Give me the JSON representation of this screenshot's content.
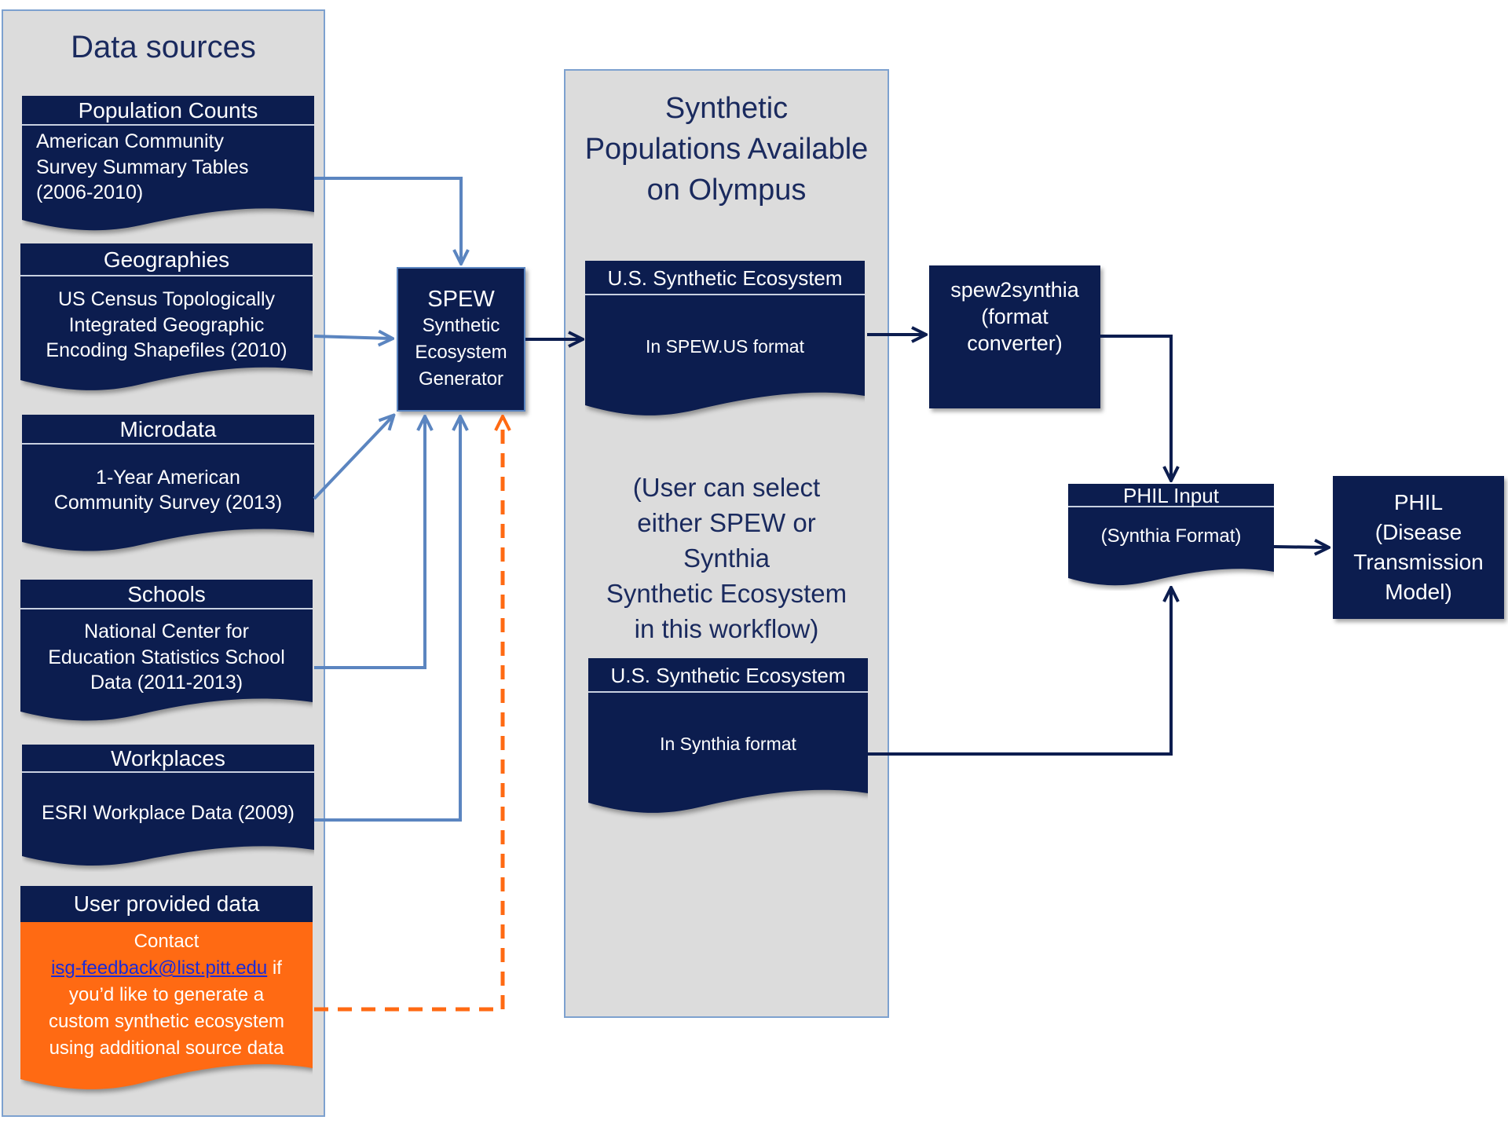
{
  "data_sources": {
    "title": "Data sources",
    "items": [
      {
        "header": "Population Counts",
        "lines": [
          "American Community",
          "Survey Summary Tables",
          "(2006-2010)"
        ]
      },
      {
        "header": "Geographies",
        "lines": [
          "US Census Topologically",
          "Integrated Geographic",
          "Encoding Shapefiles (2010)"
        ]
      },
      {
        "header": "Microdata",
        "lines": [
          "1-Year American",
          "Community Survey (2013)"
        ]
      },
      {
        "header": "Schools",
        "lines": [
          "National Center for",
          "Education Statistics School",
          "Data (2011-2013)"
        ]
      },
      {
        "header": "Workplaces",
        "lines": [
          "ESRI Workplace Data (2009)"
        ]
      }
    ],
    "user_data": {
      "header": "User provided data",
      "line1": "Contact",
      "email": "isg-feedback@list.pitt.edu",
      "email_suffix": " if",
      "line3": "you’d like to generate a",
      "line4": "custom synthetic ecosystem",
      "line5": "using additional source data"
    }
  },
  "spew": {
    "title": "SPEW",
    "line1": "Synthetic",
    "line2": "Ecosystem",
    "line3": "Generator"
  },
  "olympus": {
    "title_line1": "Synthetic",
    "title_line2": "Populations Available",
    "title_line3": "on Olympus",
    "ecosystem1": {
      "header": "U.S. Synthetic Ecosystem",
      "text": "In SPEW.US format"
    },
    "note": [
      "(User can select",
      "either SPEW or",
      "Synthia",
      "Synthetic Ecosystem",
      "in this workflow)"
    ],
    "ecosystem2": {
      "header": "U.S. Synthetic Ecosystem",
      "text": "In Synthia format"
    }
  },
  "converter": {
    "line1": "spew2synthia",
    "line2": "(format",
    "line3": "converter)"
  },
  "phil_input": {
    "header": "PHIL Input",
    "text": "(Synthia Format)"
  },
  "phil": {
    "line1": "PHIL",
    "line2": "(Disease",
    "line3": "Transmission",
    "line4": "Model)"
  },
  "colors": {
    "navy": "#0c1d4f",
    "panel_gray": "#dcdcdc",
    "light_arrow": "#5b85c0",
    "orange": "#ff6a13",
    "link_blue": "#1a2bd8"
  }
}
